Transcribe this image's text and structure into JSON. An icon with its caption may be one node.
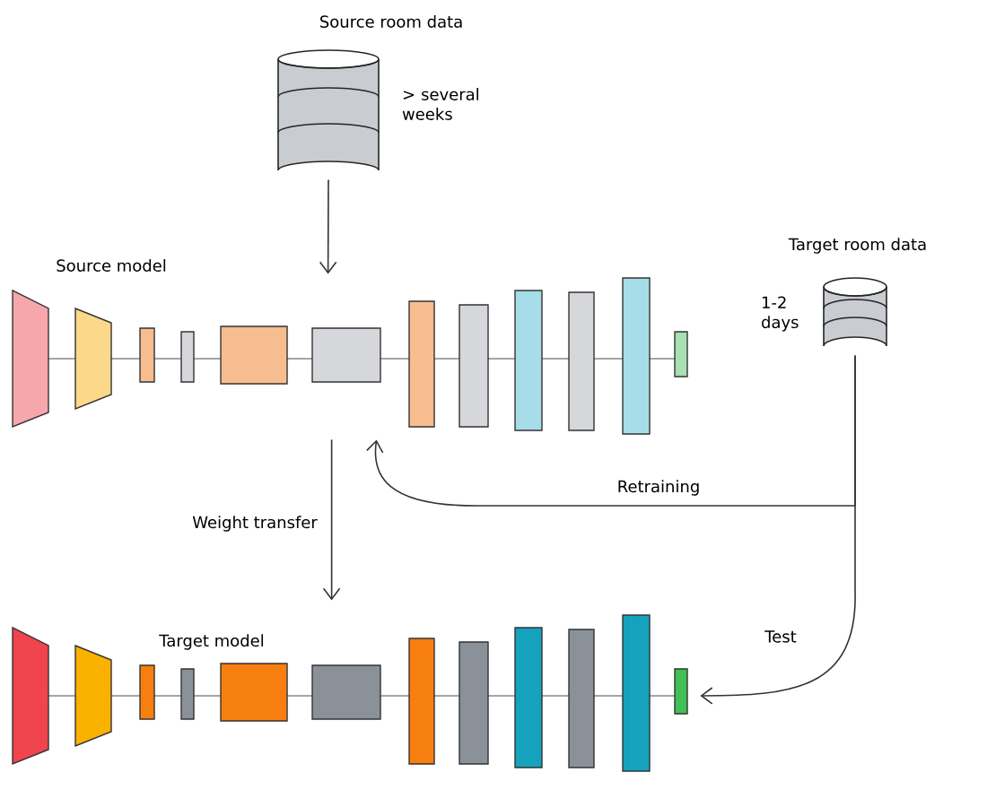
{
  "diagram": {
    "nodes": [
      {
        "text": [
          "Source room data"
        ],
        "beside": [
          "> several weeks"
        ]
      },
      {
        "text": [
          "Source model"
        ]
      },
      {
        "text": [
          "Target room data"
        ],
        "beside": [
          "1-2 days"
        ]
      },
      {
        "text": [
          "Target model"
        ]
      }
    ],
    "edges": [
      {
        "from": 0,
        "to": 1,
        "arrow": "to"
      },
      {
        "from": 1,
        "to": 3,
        "arrow": "to",
        "label": "Weight transfer"
      },
      {
        "from": 2,
        "to": 1,
        "arrow": "to",
        "label": "Retraining"
      },
      {
        "from": 2,
        "to": 3,
        "arrow": "to",
        "label": "Test"
      }
    ]
  }
}
